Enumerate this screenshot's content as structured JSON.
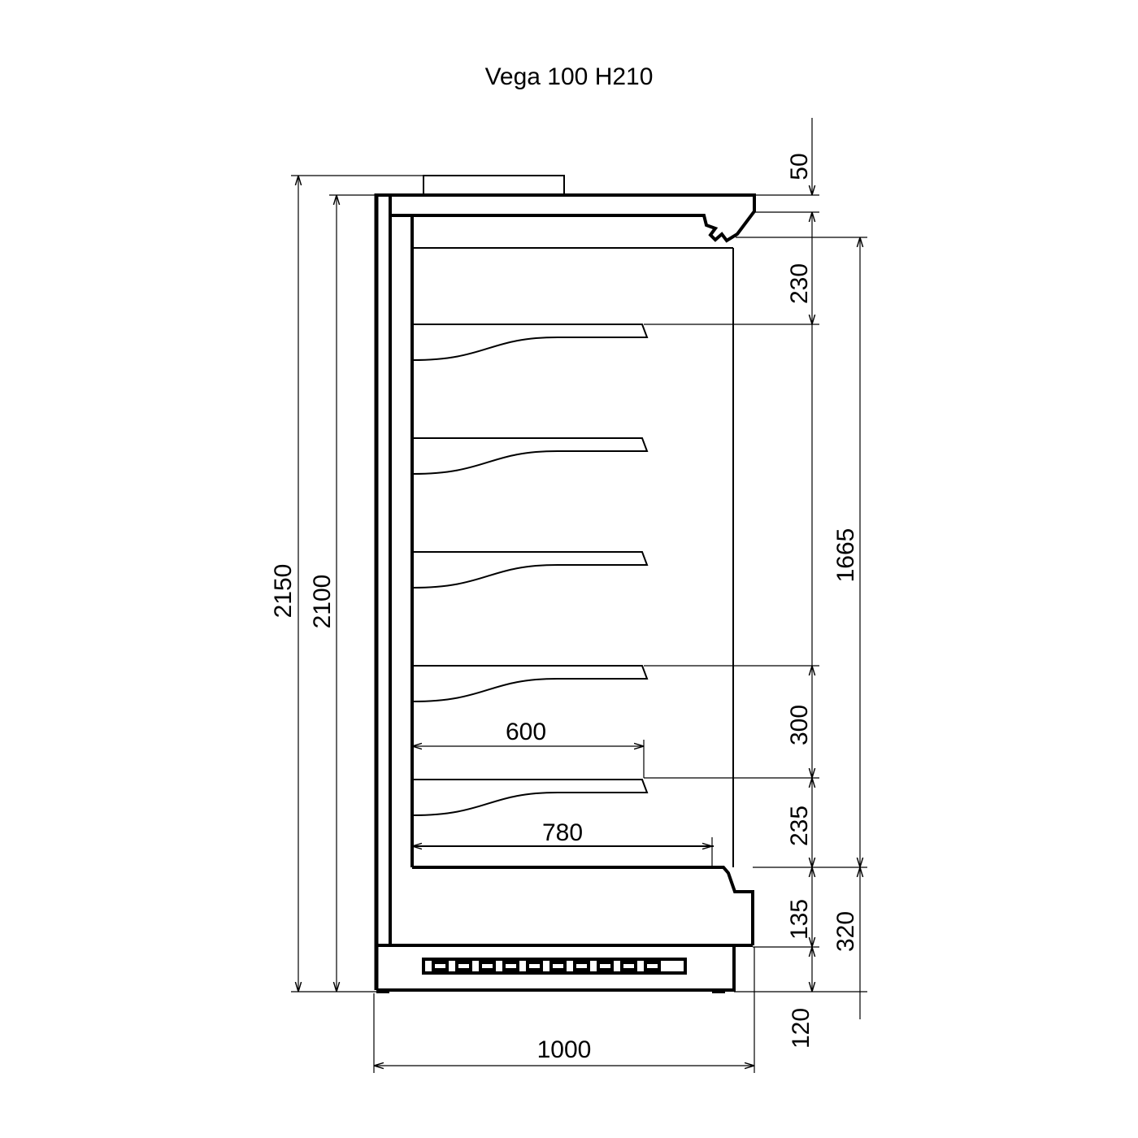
{
  "title": "Vega 100 H210",
  "dimensions": {
    "overall_height_with_unit": "2150",
    "body_height": "2100",
    "top_unit": "50",
    "top_canopy": "230",
    "display_zone": "1665",
    "lower_shelf_gap": "300",
    "bottom_shelf_gap": "235",
    "base_step": "135",
    "base_total": "320",
    "plinth": "120",
    "width": "1000",
    "shelf_depth": "600",
    "deck_depth": "780"
  }
}
